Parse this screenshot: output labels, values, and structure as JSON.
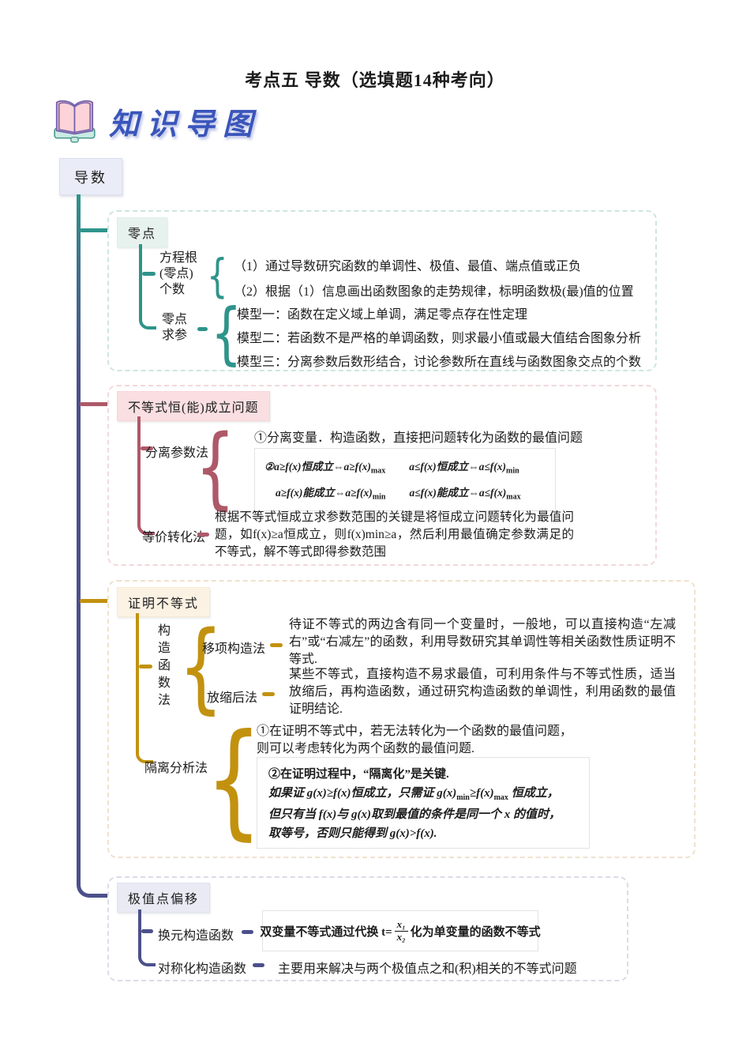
{
  "title": "考点五 导数（选填题14种考向）",
  "banner": {
    "label": "知识导图",
    "icon": "open-book-icon"
  },
  "root": {
    "label": "导数"
  },
  "colors": {
    "teal": "#2e948a",
    "rose": "#ad5968",
    "gold": "#c2920f",
    "navy": "#4c508a"
  },
  "sections": {
    "zero": {
      "header": "零点",
      "roots_label_l1": "方程根",
      "roots_label_l2": "(零点)",
      "roots_label_l3": "个数",
      "roots_items": [
        "（1）通过导数研究函数的单调性、极值、最值、端点值或正负",
        "（2）根据（1）信息画出函数图象的走势规律，标明函数极(最)值的位置"
      ],
      "param_label_l1": "零点",
      "param_label_l2": "求参",
      "param_items": [
        "模型一：函数在定义域上单调，满足零点存在性定理",
        "模型二：若函数不是严格的单调函数，则求最小值或最大值结合图象分析",
        "模型三：分离参数后数形结合，讨论参数所在直线与函数图象交点的个数"
      ]
    },
    "inequality": {
      "header": "不等式恒(能)成立问题",
      "separate_label": "分离参数法",
      "separate_note": "①分离变量．构造函数，直接把问题转化为函数的最值问题",
      "formula": {
        "r1a": "②a≥f(x)恒成立⇔a≥f(x)",
        "r1a_sub": "max",
        "r1b": "a≤f(x)恒成立⇔a≤f(x)",
        "r1b_sub": "min",
        "r2a": "a≥f(x)能成立⇔a≥f(x)",
        "r2a_sub": "min",
        "r2b": "a≤f(x)能成立⇔a≤f(x)",
        "r2b_sub": "max"
      },
      "equiv_label": "等价转化法",
      "equiv_text": "根据不等式恒成立求参数范围的关键是将恒成立问题转化为最值问题，如f(x)≥a恒成立，则f(x)min≥a，然后利用最值确定参数满足的不等式，解不等式即得参数范围"
    },
    "prove": {
      "header": "证明不等式",
      "construct_label": "构造函数法",
      "shift_label": "移项构造法",
      "shift_text": "待证不等式的两边含有同一个变量时，一般地，可以直接构造“左减右”或“右减左”的函数，利用导数研究其单调性等相关函数性质证明不等式.",
      "scale_label": "放缩后法",
      "scale_text": "某些不等式，直接构造不易求最值，可利用条件与不等式性质，适当放缩后，再构造函数，通过研究构造函数的单调性，利用函数的最值证明结论.",
      "isolate_label": "隔离分析法",
      "isolate_note_l1": "①在证明不等式中，若无法转化为一个函数的最值问题，",
      "isolate_note_l2": "则可以考虑转化为两个函数的最值问题.",
      "isolate_box": {
        "l1": "②在证明过程中，“隔离化”是关键.",
        "l2a": "如果证 g(x)≥f(x)恒成立，只需证 g(x)",
        "l2a_sub": "min",
        "l2b": "≥f(x)",
        "l2b_sub": "max",
        "l2c": " 恒成立，",
        "l3": "但只有当 f(x)与 g(x)取到最值的条件是同一个 x 的值时，",
        "l4": "取等号，否则只能得到 g(x)>f(x)."
      }
    },
    "extreme": {
      "header": "极值点偏移",
      "sub_label": "换元构造函数",
      "sub_formula_prefix": "双变量不等式通过代换 t=",
      "sub_formula_num": "x₁",
      "sub_formula_den": "x₂",
      "sub_formula_suffix": "化为单变量的函数不等式",
      "sym_label": "对称化构造函数",
      "sym_text": "主要用来解决与两个极值点之和(积)相关的不等式问题"
    }
  }
}
